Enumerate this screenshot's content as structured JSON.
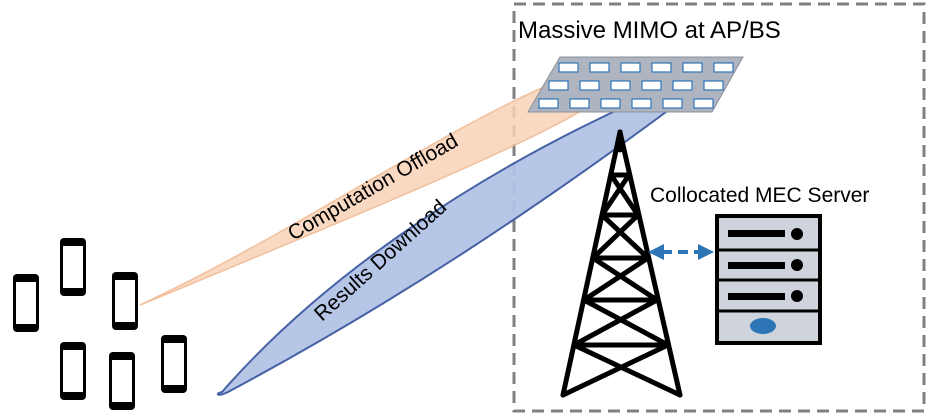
{
  "diagram": {
    "box_label": "Massive MIMO at AP/BS",
    "server_label": "Collocated MEC Server",
    "uplink_label": "Computation Offload",
    "downlink_label": "Results Download"
  },
  "colors": {
    "uplink_fill": "#f8d3b8",
    "uplink_stroke": "#f0b48a",
    "downlink_fill": "#b3c3e6",
    "downlink_stroke": "#3c5aa0",
    "arrow": "#2e75b6",
    "server_body": "#cfd4dc",
    "server_button": "#2e75b6",
    "antenna_panel": "#aeb4c0",
    "box_border": "#808080"
  },
  "icons": [
    "smartphone-icon",
    "antenna-tower-icon",
    "antenna-array-icon",
    "server-icon",
    "double-arrow-icon"
  ]
}
